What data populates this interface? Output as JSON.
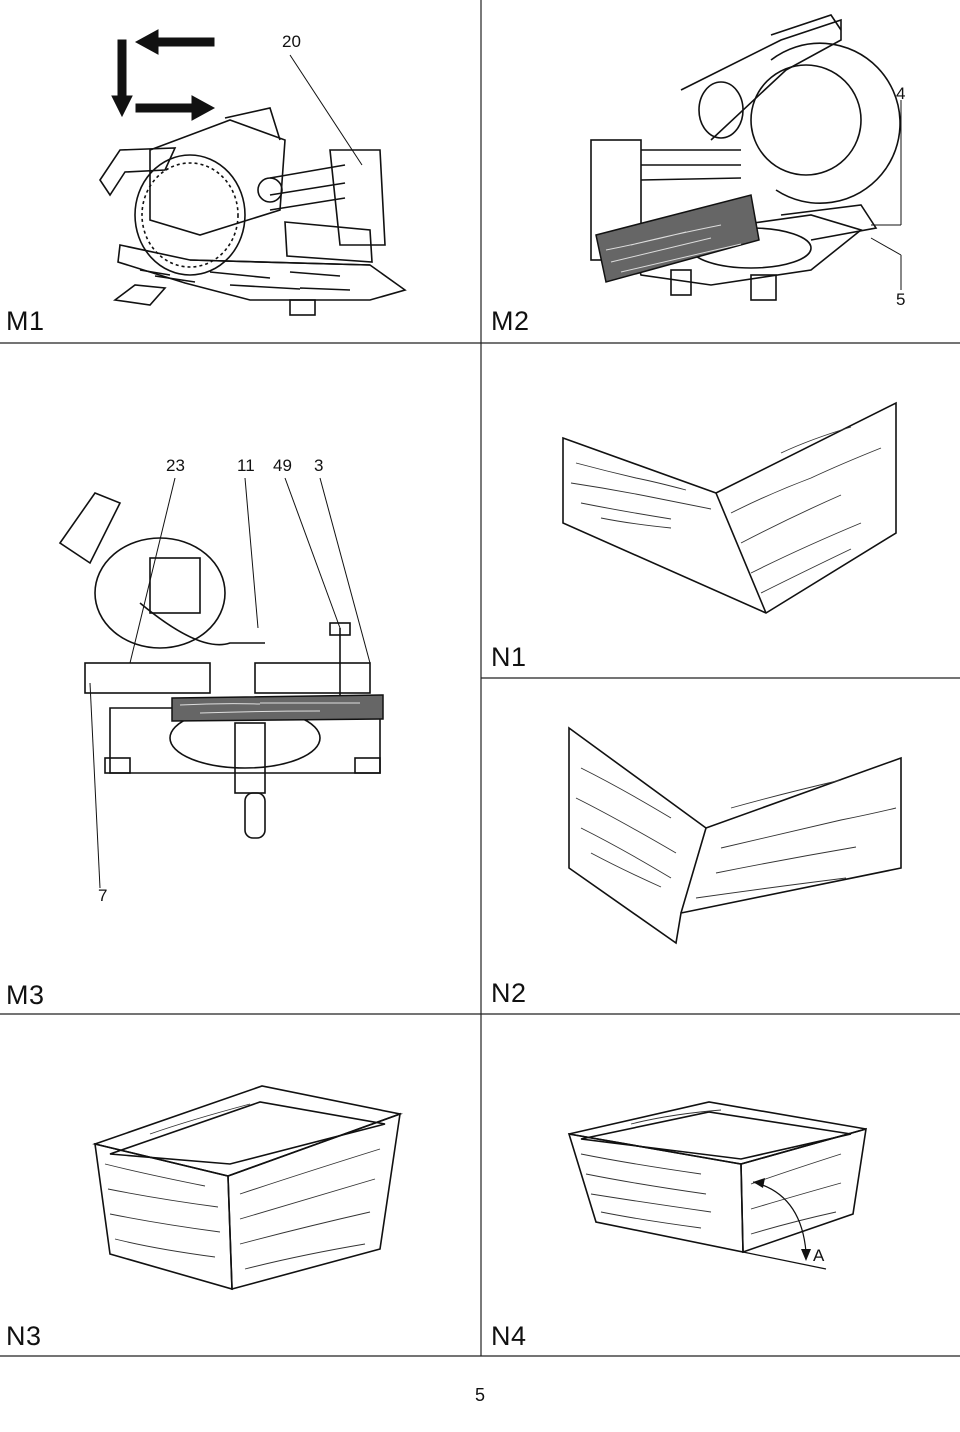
{
  "figures": {
    "m1": {
      "label": "M1",
      "callouts": [
        "20"
      ]
    },
    "m2": {
      "label": "M2",
      "callouts": [
        "4",
        "5"
      ]
    },
    "m3": {
      "label": "M3",
      "callouts": [
        "23",
        "11",
        "49",
        "3",
        "7"
      ]
    },
    "n1": {
      "label": "N1"
    },
    "n2": {
      "label": "N2"
    },
    "n3": {
      "label": "N3"
    },
    "n4": {
      "label": "N4",
      "callouts": [
        "A"
      ]
    }
  },
  "page": {
    "number": "5"
  }
}
